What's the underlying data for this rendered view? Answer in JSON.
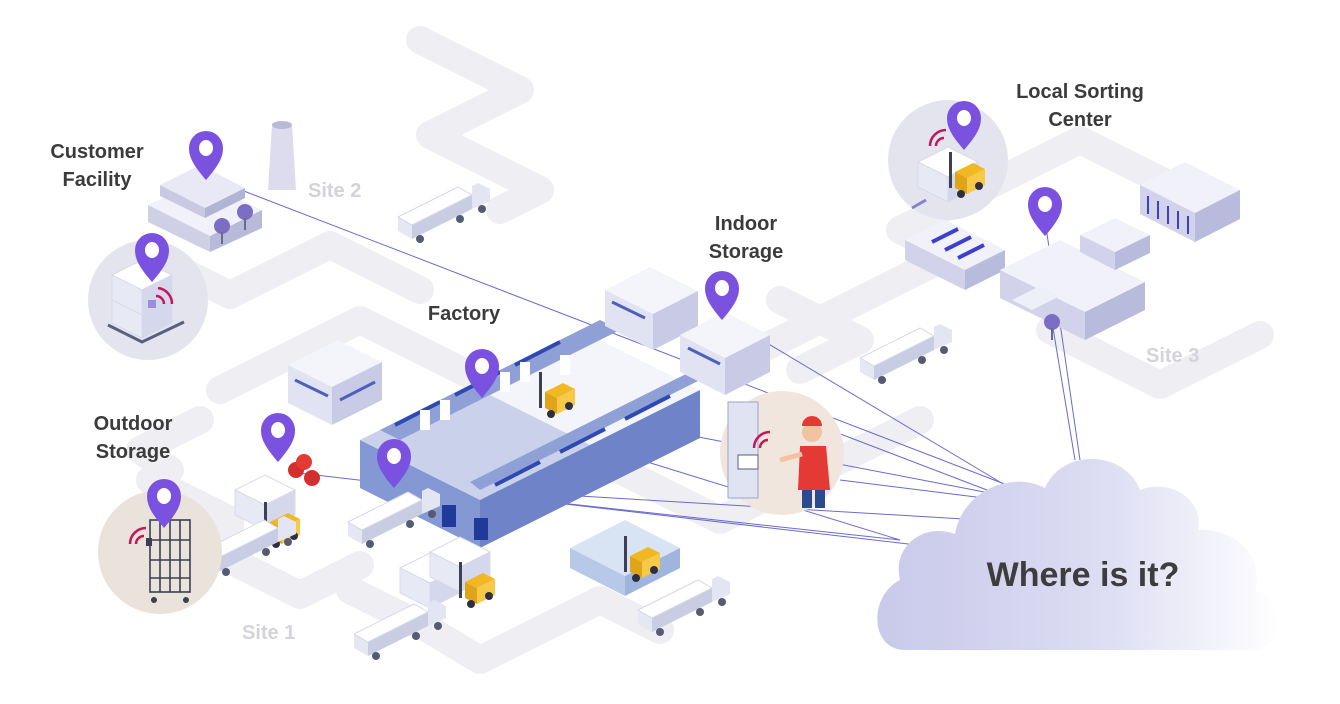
{
  "locations": {
    "customer_facility": [
      "Customer",
      "Facility"
    ],
    "local_sorting_center": [
      "Local Sorting",
      "Center"
    ],
    "indoor_storage": [
      "Indoor",
      "Storage"
    ],
    "factory": [
      "Factory"
    ],
    "outdoor_storage": [
      "Outdoor",
      "Storage"
    ]
  },
  "sites": {
    "site1": "Site 1",
    "site2": "Site 2",
    "site3": "Site 3"
  },
  "cloud": {
    "question": "Where is it?"
  },
  "colors": {
    "pin": "#7b52e0",
    "road": "#eeeef3",
    "building": "#dcdcef",
    "cloud": "#cfd0ec",
    "signal": "#c2185b",
    "connector": "#6a6ad0"
  },
  "icons": [
    "location-pin-icon",
    "signal-icon",
    "truck-icon",
    "forklift-icon",
    "pallet-icon",
    "cart-icon",
    "tree-icon",
    "chimney-icon",
    "worker-icon",
    "cloud-icon"
  ]
}
